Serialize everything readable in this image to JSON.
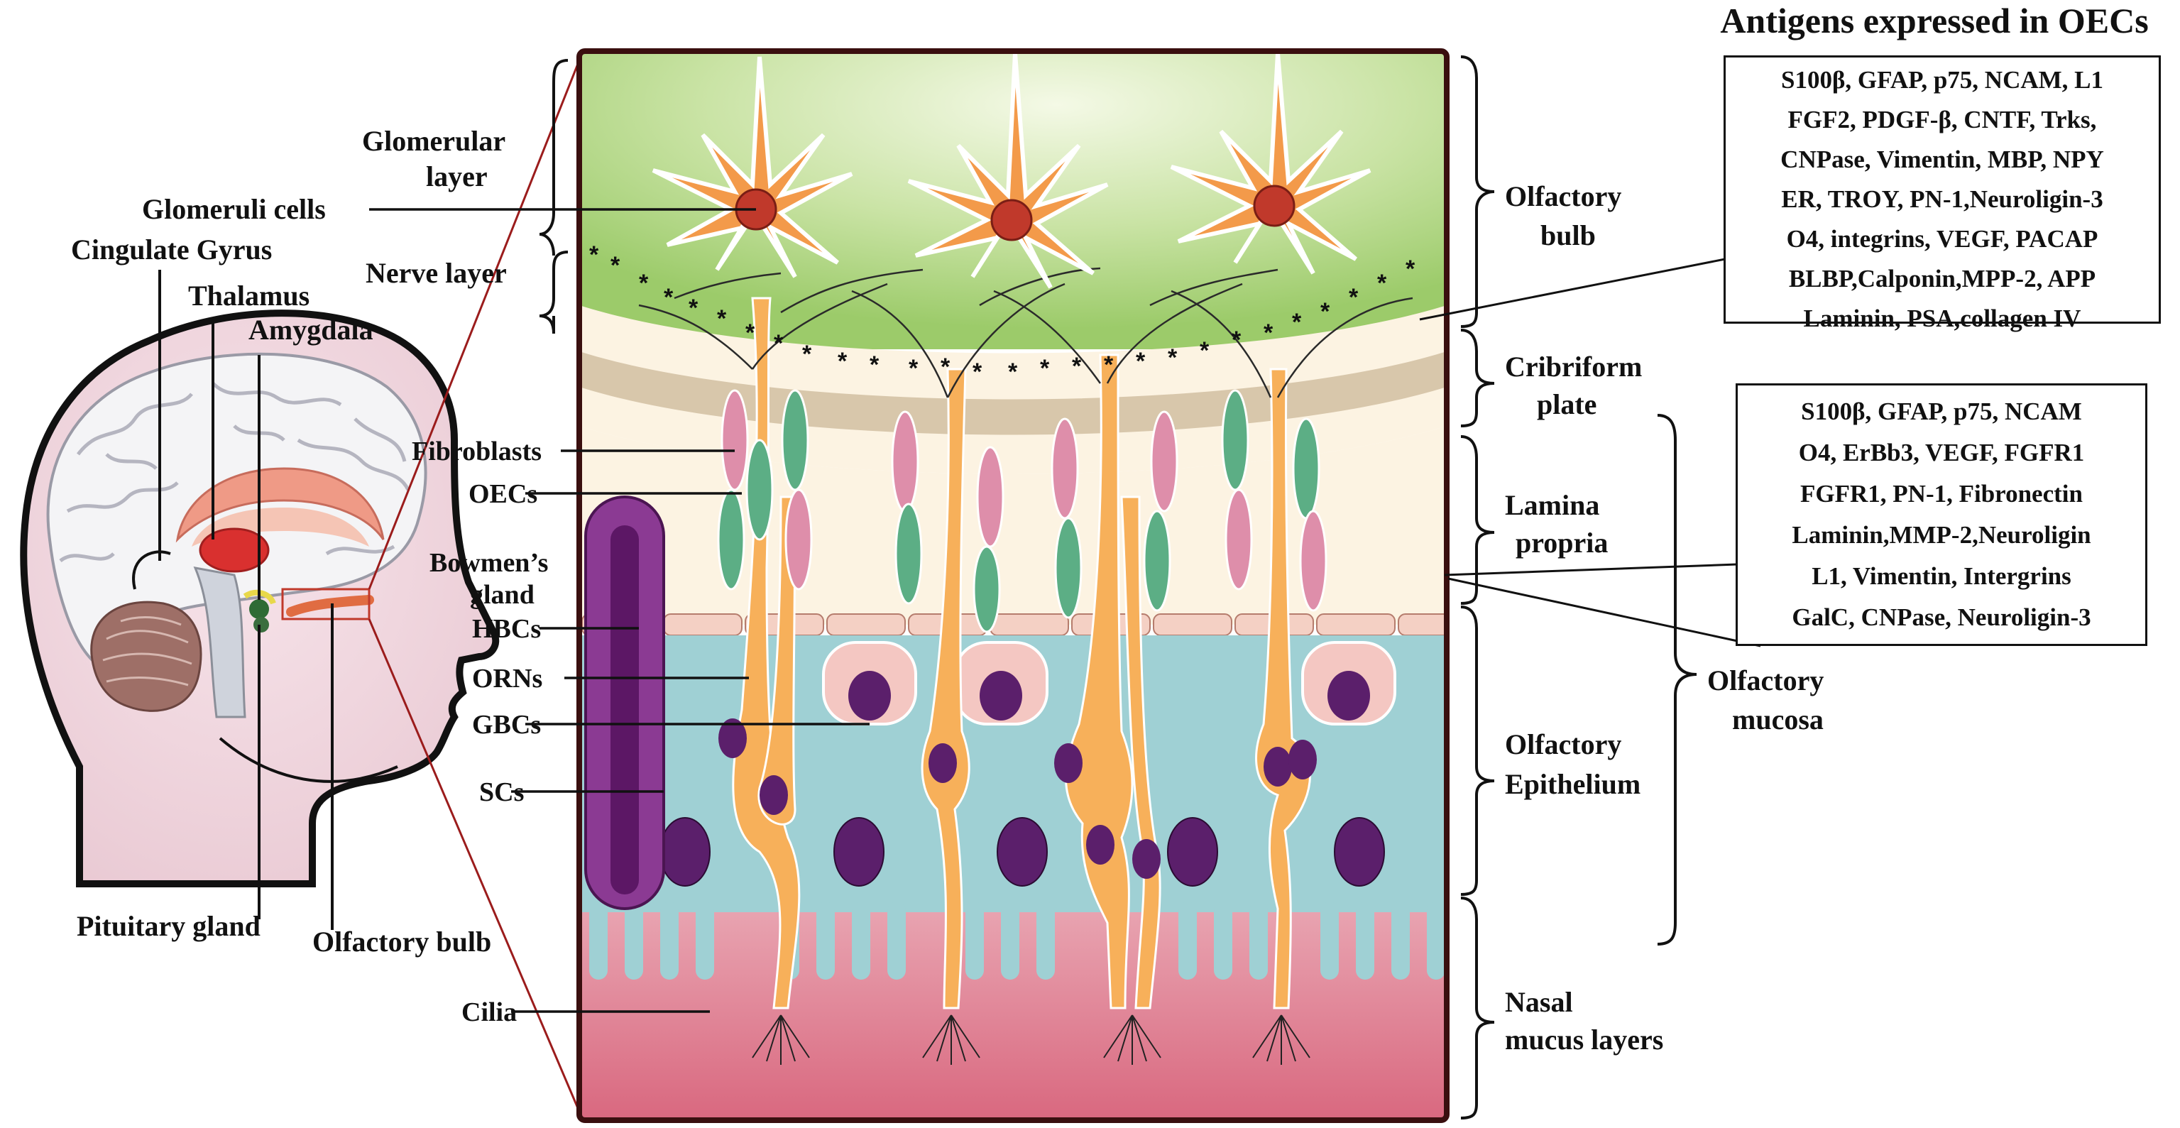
{
  "title": "Antigens expressed in OECs",
  "brain_labels": {
    "cingulate_gyrus": "Cingulate Gyrus",
    "thalamus": "Thalamus",
    "amygdala": "Amygdala",
    "pituitary_gland": "Pituitary gland",
    "olfactory_bulb": "Olfactory bulb"
  },
  "cell_labels": {
    "glomerular_layer": [
      "Glomerular",
      "layer"
    ],
    "glomeruli_cells": "Glomeruli cells",
    "nerve_layer": "Nerve layer",
    "fibroblasts": "Fibroblasts",
    "oecs": "OECs",
    "bowmens_gland": [
      "Bowmen’s",
      "gland"
    ],
    "hbcs": "HBCs",
    "orns": "ORNs",
    "gbcs": "GBCs",
    "scs": "SCs",
    "cilia": "Cilia"
  },
  "region_labels": {
    "olfactory_bulb": [
      "Olfactory",
      "bulb"
    ],
    "cribriform_plate": [
      "Cribriform",
      "plate"
    ],
    "lamina_propria": [
      "Lamina",
      "propria"
    ],
    "olfactory_mucosa": [
      "Olfactory",
      "mucosa"
    ],
    "olfactory_epithelium": [
      "Olfactory",
      "Epithelium"
    ],
    "nasal_mucus_layers": [
      "Nasal",
      "mucus layers"
    ]
  },
  "bulb_antigens": [
    "S100β, GFAP, p75, NCAM, L1",
    "FGF2, PDGF-β, CNTF, Trks,",
    "CNPase, Vimentin, MBP, NPY",
    "ER, TROY, PN-1,Neuroligin-3",
    "O4, integrins, VEGF, PACAP",
    "BLBP,Calponin,MPP-2, APP",
    "Laminin, PSA,collagen IV"
  ],
  "mucosa_antigens": [
    "S100β, GFAP, p75, NCAM",
    "O4, ErBb3, VEGF, FGFR1",
    "FGFR1, PN-1, Fibronectin",
    "Laminin,MMP-2,Neuroligin",
    "L1, Vimentin, Intergrins",
    "GalC, CNPase, Neuroligin-3"
  ],
  "colors": {
    "bulb_green": "#9ccb6a",
    "bulb_glow": "#f4f9e6",
    "lamina": "#fcf3e2",
    "epithelium": "#9fd0d4",
    "mucus": "#e4869a",
    "neuron": "#f7b05a",
    "nucleus": "#5b1f6b",
    "frame": "#3a0f0f",
    "zoom_line": "#9b1c1c"
  }
}
